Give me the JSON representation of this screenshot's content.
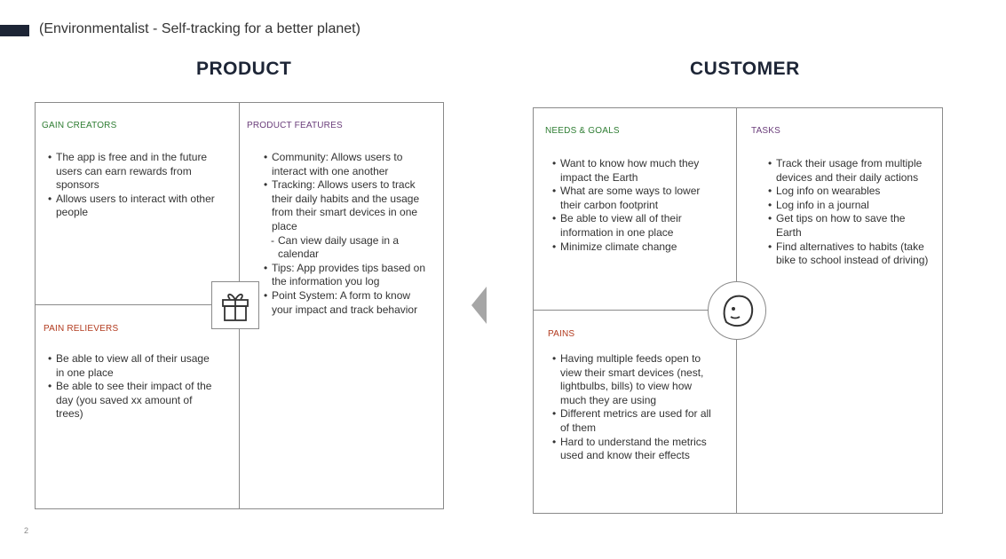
{
  "slide": {
    "subtitle": "(Environmentalist - Self-tracking for a better planet)",
    "page_number": "2"
  },
  "product": {
    "heading": "PRODUCT",
    "gain_creators": {
      "label": "GAIN CREATORS",
      "items": [
        "The app is free and in the future users can earn rewards from sponsors",
        "Allows users to interact with other people"
      ]
    },
    "product_features": {
      "label": "PRODUCT FEATURES",
      "items": [
        "Community: Allows users to interact with one another",
        "Tracking: Allows users to track their daily habits and the usage from their smart devices in one place",
        "Can view daily usage in a calendar",
        "Tips: App provides tips based on the information you log",
        "Point System: A form to know your impact and track behavior"
      ]
    },
    "pain_relievers": {
      "label": "PAIN RELIEVERS",
      "items": [
        "Be able to view all of their usage in one place",
        "Be able to see their impact of the day (you saved xx amount of trees)"
      ]
    },
    "icon": "gift-icon"
  },
  "customer": {
    "heading": "CUSTOMER",
    "needs_goals": {
      "label": "NEEDS & GOALS",
      "items": [
        "Want to know how  much they impact the Earth",
        "What are some ways to lower their carbon footprint",
        "Be able to view all of their information in one place",
        "Minimize climate change"
      ]
    },
    "tasks": {
      "label": "TASKS",
      "items": [
        "Track their usage from multiple devices and their daily actions",
        "Log info on wearables",
        "Log info in a journal",
        "Get tips on how to save the Earth",
        "Find alternatives to habits (take bike to school instead of driving)"
      ]
    },
    "pains": {
      "label": "PAINS",
      "items": [
        "Having multiple feeds open to view their smart devices (nest, lightbulbs, bills) to view how much they are using",
        "Different metrics are used for all of them",
        "Hard to understand the metrics used and know their effects"
      ]
    },
    "icon": "face-icon"
  },
  "colors": {
    "accent_bar": "#1d2536",
    "gain_label": "#2e7d32",
    "features_label": "#6a3d7a",
    "pain_label": "#b23a1e",
    "arrow": "#a6a6a6"
  }
}
